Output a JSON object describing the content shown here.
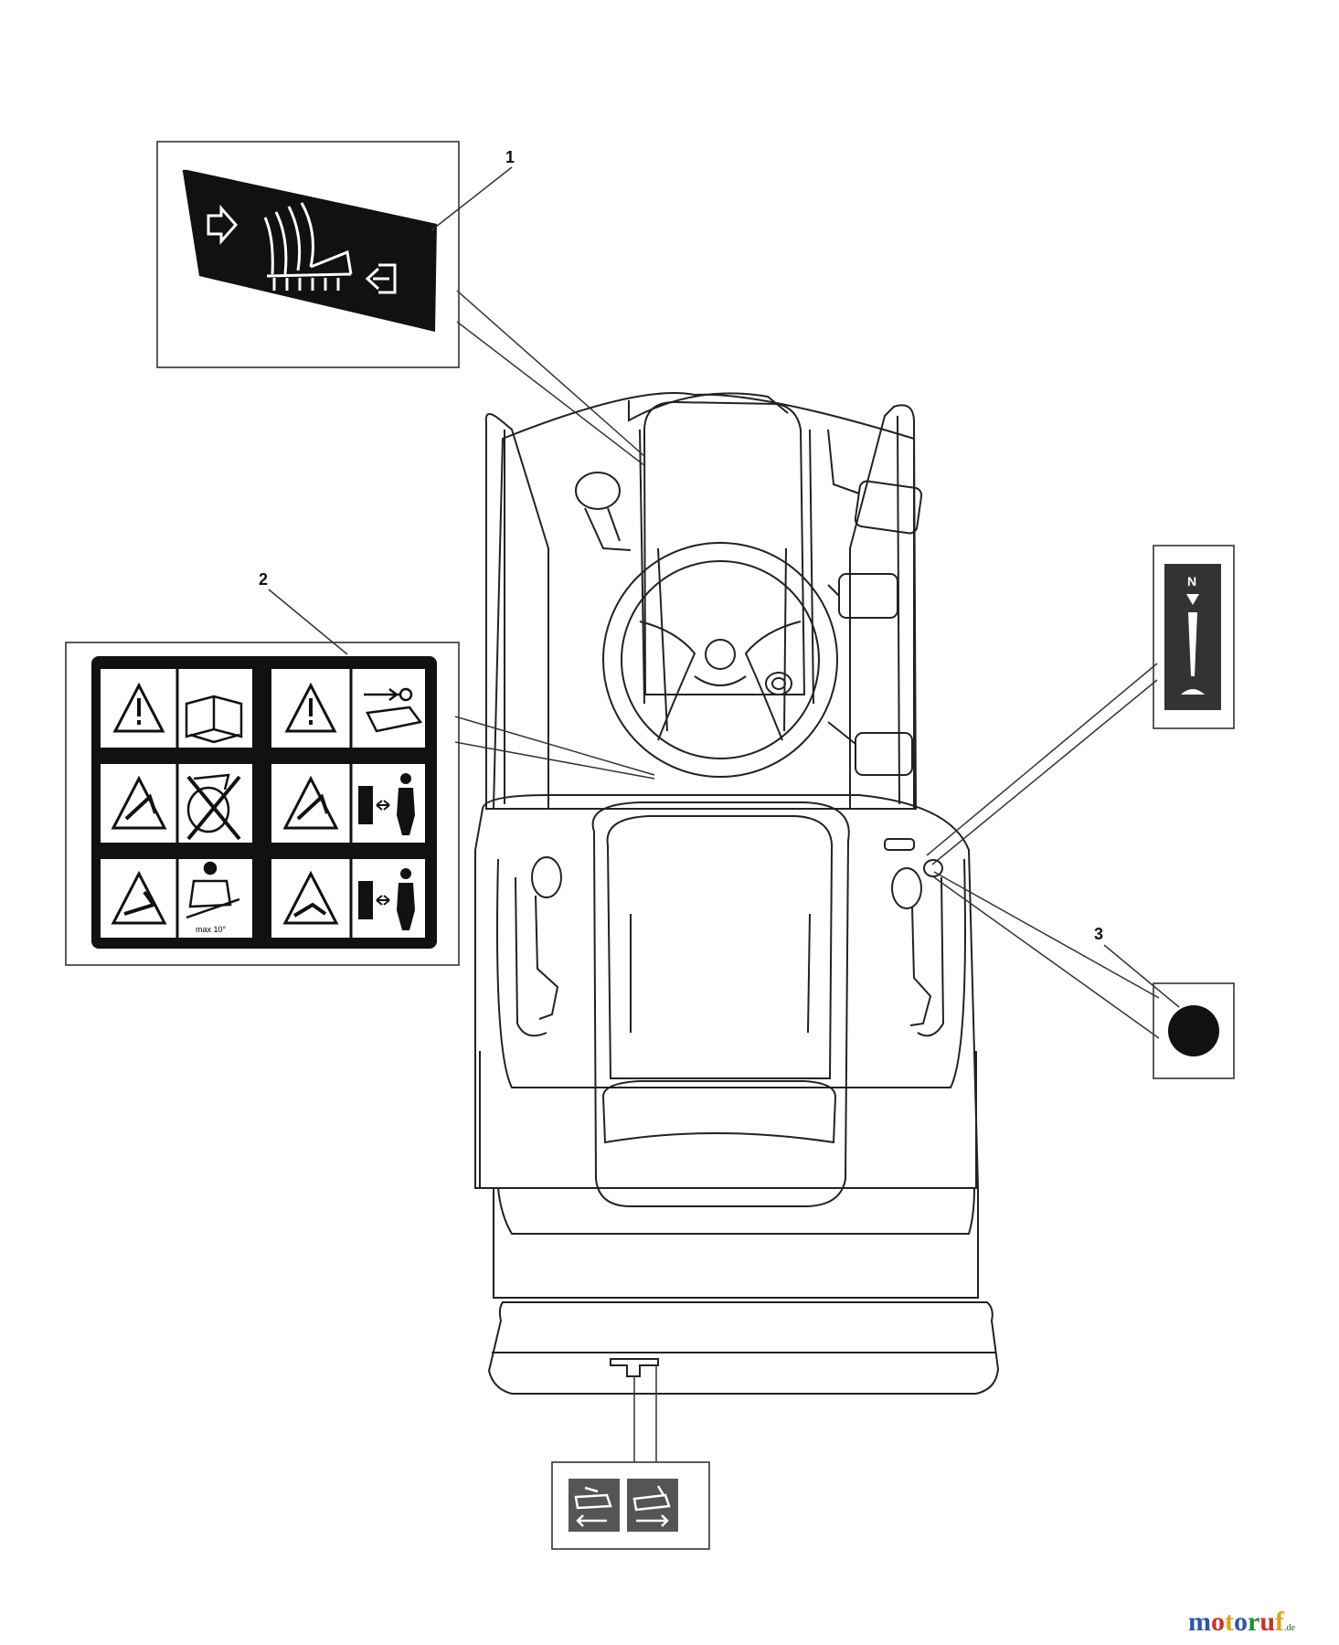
{
  "callouts": [
    {
      "number": "1",
      "part": "decal-mower-engage"
    },
    {
      "number": "2",
      "part": "decal-safety-warnings"
    },
    {
      "number": "3",
      "part": "decal-knob-dot"
    }
  ],
  "labels": {
    "slope_limit": "max 10°",
    "throttle_n": "N"
  },
  "brand": {
    "letters": [
      {
        "ch": "m",
        "color": "#2a56b0"
      },
      {
        "ch": "o",
        "color": "#c8332a"
      },
      {
        "ch": "t",
        "color": "#e0a21a"
      },
      {
        "ch": "o",
        "color": "#2a56b0"
      },
      {
        "ch": "r",
        "color": "#1f8a3a"
      },
      {
        "ch": "u",
        "color": "#c8332a"
      },
      {
        "ch": "f",
        "color": "#e0a21a"
      }
    ],
    "suffix": ".de"
  },
  "colors": {
    "line": "#222222",
    "decal_black": "#111111",
    "panel_gray": "#555555"
  },
  "icons": [
    "arrow-out-icon",
    "mower-deck-icon",
    "arrow-in-icon",
    "warning-triangle-icon",
    "manual-book-icon",
    "key-removal-icon",
    "thrown-object-icon",
    "no-passengers-icon",
    "blade-hazard-icon",
    "keep-distance-icon",
    "slope-limit-icon",
    "cutting-height-icon",
    "throttle-icon"
  ]
}
